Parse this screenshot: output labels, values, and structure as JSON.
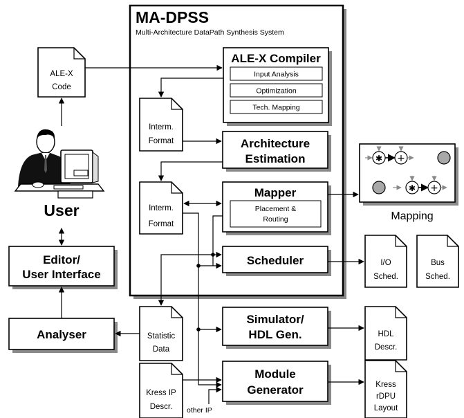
{
  "system": {
    "title": "MA-DPSS",
    "subtitle": "Multi-Architecture DataPath Synthesis System"
  },
  "compiler": {
    "title": "ALE-X Compiler",
    "steps": [
      "Input Analysis",
      "Optimization",
      "Tech. Mapping"
    ]
  },
  "architecture": {
    "line1": "Architecture",
    "line2": "Estimation"
  },
  "mapper": {
    "title": "Mapper",
    "sub_line1": "Placement &",
    "sub_line2": "Routing"
  },
  "scheduler": {
    "title": "Scheduler"
  },
  "simulator": {
    "line1": "Simulator/",
    "line2": "HDL Gen."
  },
  "module_generator": {
    "line1": "Module",
    "line2": "Generator"
  },
  "analyser": {
    "title": "Analyser"
  },
  "editor": {
    "line1": "Editor/",
    "line2": "User Interface"
  },
  "user": {
    "label": "User"
  },
  "documents": {
    "alex_code": [
      "ALE-X",
      "Code"
    ],
    "interm1": [
      "Interm.",
      "Format"
    ],
    "interm2": [
      "Interm.",
      "Format"
    ],
    "statistic": [
      "Statistic",
      "Data"
    ],
    "kress_ip": [
      "Kress IP",
      "Descr."
    ],
    "io_sched": [
      "I/O",
      "Sched."
    ],
    "bus_sched": [
      "Bus",
      "Sched."
    ],
    "hdl_descr": [
      "HDL",
      "Descr."
    ],
    "kress_layout": [
      "Kress",
      "rDPU",
      "Layout"
    ]
  },
  "other_ip": "other IP",
  "mapping": {
    "label": "Mapping",
    "multiply_symbol": "✱",
    "add_symbol": "+"
  }
}
